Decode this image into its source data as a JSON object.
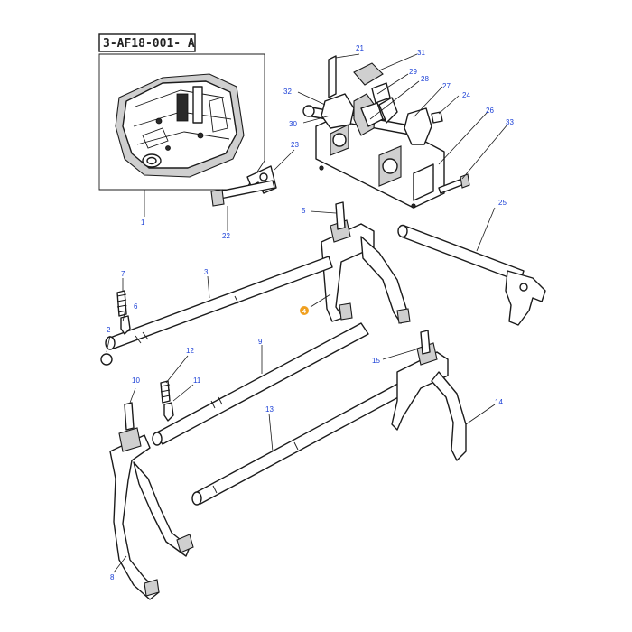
{
  "diagram": {
    "reference_code": "3-AF18-001- A",
    "highlight_color": "#f0a020",
    "callout_color": "#1a3fd6",
    "callouts": {
      "c1": "1",
      "c2": "2",
      "c3": "3",
      "c4": "4",
      "c5": "5",
      "c6": "6",
      "c7": "7",
      "c8": "8",
      "c9": "9",
      "c10": "10",
      "c11": "11",
      "c12": "12",
      "c13": "13",
      "c14": "14",
      "c15": "15",
      "c21": "21",
      "c22": "22",
      "c23": "23",
      "c24": "24",
      "c25": "25",
      "c26": "26",
      "c27": "27",
      "c28": "28",
      "c29": "29",
      "c30": "30",
      "c31": "31",
      "c32": "32",
      "c33": "33"
    }
  }
}
